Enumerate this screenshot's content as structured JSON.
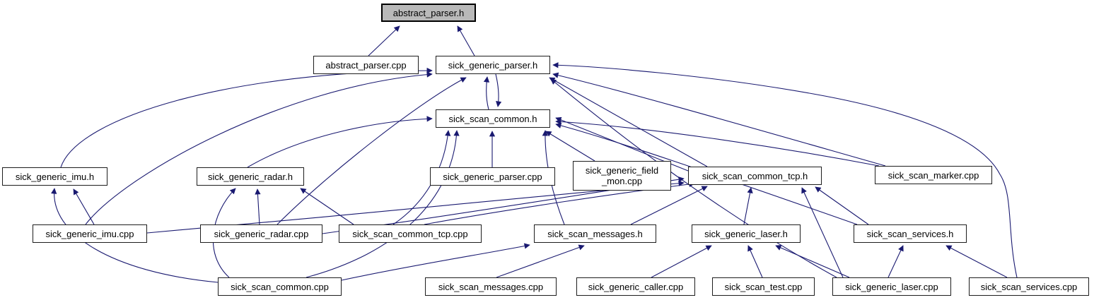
{
  "diagram": {
    "type": "include-dependency-graph",
    "root_file": "abstract_parser.h",
    "edge_color": "#191970",
    "root_fill_color": "#b9b9b9",
    "node_fill_color": "#ffffff",
    "nodes": [
      {
        "id": "abstract_parser_h",
        "label": "abstract_parser.h",
        "root": true
      },
      {
        "id": "abstract_parser_cpp",
        "label": "abstract_parser.cpp",
        "root": false
      },
      {
        "id": "sick_generic_parser_h",
        "label": "sick_generic_parser.h",
        "root": false
      },
      {
        "id": "sick_scan_common_h",
        "label": "sick_scan_common.h",
        "root": false
      },
      {
        "id": "sick_generic_imu_h",
        "label": "sick_generic_imu.h",
        "root": false
      },
      {
        "id": "sick_generic_radar_h",
        "label": "sick_generic_radar.h",
        "root": false
      },
      {
        "id": "sick_generic_parser_cpp",
        "label": "sick_generic_parser.cpp",
        "root": false
      },
      {
        "id": "sick_generic_field_mon_cpp",
        "label": "sick_generic_field\n_mon.cpp",
        "root": false
      },
      {
        "id": "sick_scan_common_tcp_h",
        "label": "sick_scan_common_tcp.h",
        "root": false
      },
      {
        "id": "sick_scan_marker_cpp",
        "label": "sick_scan_marker.cpp",
        "root": false
      },
      {
        "id": "sick_generic_imu_cpp",
        "label": "sick_generic_imu.cpp",
        "root": false
      },
      {
        "id": "sick_generic_radar_cpp",
        "label": "sick_generic_radar.cpp",
        "root": false
      },
      {
        "id": "sick_scan_common_tcp_cpp",
        "label": "sick_scan_common_tcp.cpp",
        "root": false
      },
      {
        "id": "sick_scan_messages_h",
        "label": "sick_scan_messages.h",
        "root": false
      },
      {
        "id": "sick_generic_laser_h",
        "label": "sick_generic_laser.h",
        "root": false
      },
      {
        "id": "sick_scan_services_h",
        "label": "sick_scan_services.h",
        "root": false
      },
      {
        "id": "sick_scan_common_cpp",
        "label": "sick_scan_common.cpp",
        "root": false
      },
      {
        "id": "sick_scan_messages_cpp",
        "label": "sick_scan_messages.cpp",
        "root": false
      },
      {
        "id": "sick_generic_caller_cpp",
        "label": "sick_generic_caller.cpp",
        "root": false
      },
      {
        "id": "sick_scan_test_cpp",
        "label": "sick_scan_test.cpp",
        "root": false
      },
      {
        "id": "sick_generic_laser_cpp",
        "label": "sick_generic_laser.cpp",
        "root": false
      },
      {
        "id": "sick_scan_services_cpp",
        "label": "sick_scan_services.cpp",
        "root": false
      }
    ],
    "edges": [
      {
        "from": "abstract_parser_cpp",
        "to": "abstract_parser_h"
      },
      {
        "from": "sick_generic_parser_h",
        "to": "abstract_parser_h"
      },
      {
        "from": "sick_scan_common_h",
        "to": "sick_generic_parser_h"
      },
      {
        "from": "sick_generic_parser_h",
        "to": "sick_scan_common_h"
      },
      {
        "from": "sick_generic_imu_h",
        "to": "sick_generic_parser_h"
      },
      {
        "from": "sick_generic_imu_cpp",
        "to": "sick_generic_parser_h"
      },
      {
        "from": "sick_generic_imu_cpp",
        "to": "sick_generic_imu_h"
      },
      {
        "from": "sick_generic_imu_cpp",
        "to": "sick_scan_common_tcp_h"
      },
      {
        "from": "sick_generic_radar_h",
        "to": "sick_scan_common_h"
      },
      {
        "from": "sick_generic_radar_cpp",
        "to": "sick_generic_radar_h"
      },
      {
        "from": "sick_generic_radar_cpp",
        "to": "sick_generic_parser_h"
      },
      {
        "from": "sick_generic_radar_cpp",
        "to": "sick_scan_common_tcp_h"
      },
      {
        "from": "sick_generic_parser_cpp",
        "to": "sick_scan_common_h"
      },
      {
        "from": "sick_generic_field_mon_cpp",
        "to": "sick_scan_common_h"
      },
      {
        "from": "sick_scan_common_tcp_h",
        "to": "sick_scan_common_h"
      },
      {
        "from": "sick_scan_common_tcp_h",
        "to": "sick_generic_parser_h"
      },
      {
        "from": "sick_scan_marker_cpp",
        "to": "sick_scan_common_h"
      },
      {
        "from": "sick_scan_marker_cpp",
        "to": "sick_generic_parser_h"
      },
      {
        "from": "sick_scan_common_cpp",
        "to": "sick_generic_imu_h"
      },
      {
        "from": "sick_scan_common_cpp",
        "to": "sick_generic_radar_h"
      },
      {
        "from": "sick_scan_common_cpp",
        "to": "sick_scan_common_h"
      },
      {
        "from": "sick_scan_common_cpp",
        "to": "sick_scan_messages_h"
      },
      {
        "from": "sick_scan_common_tcp_cpp",
        "to": "sick_scan_common_h"
      },
      {
        "from": "sick_scan_common_tcp_cpp",
        "to": "sick_scan_common_tcp_h"
      },
      {
        "from": "sick_scan_common_tcp_cpp",
        "to": "sick_generic_radar_h"
      },
      {
        "from": "sick_scan_messages_h",
        "to": "sick_scan_common_h"
      },
      {
        "from": "sick_scan_messages_h",
        "to": "sick_scan_common_tcp_h"
      },
      {
        "from": "sick_scan_messages_cpp",
        "to": "sick_scan_messages_h"
      },
      {
        "from": "sick_generic_laser_h",
        "to": "sick_scan_common_tcp_h"
      },
      {
        "from": "sick_generic_caller_cpp",
        "to": "sick_generic_laser_h"
      },
      {
        "from": "sick_scan_test_cpp",
        "to": "sick_generic_laser_h"
      },
      {
        "from": "sick_generic_laser_cpp",
        "to": "sick_generic_laser_h"
      },
      {
        "from": "sick_generic_laser_cpp",
        "to": "sick_scan_services_h"
      },
      {
        "from": "sick_generic_laser_cpp",
        "to": "sick_scan_common_tcp_h"
      },
      {
        "from": "sick_generic_laser_cpp",
        "to": "sick_generic_parser_h"
      },
      {
        "from": "sick_scan_services_h",
        "to": "sick_scan_common_tcp_h"
      },
      {
        "from": "sick_scan_services_h",
        "to": "sick_scan_common_h"
      },
      {
        "from": "sick_scan_services_cpp",
        "to": "sick_scan_services_h"
      },
      {
        "from": "sick_scan_services_cpp",
        "to": "sick_generic_parser_h"
      }
    ]
  }
}
